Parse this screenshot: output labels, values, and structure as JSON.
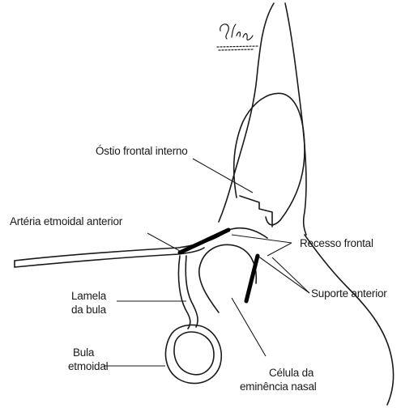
{
  "labels": {
    "ostio_frontal_interno": "Óstio frontal interno",
    "arteria_etmoidal_anterior": "Artéria etmoidal anterior",
    "recesso_frontal": "Recesso frontal",
    "lamela_line1": "Lamela",
    "lamela_line2": "da bula",
    "suporte_anterior": "Suporte anterior",
    "bula_line1": "Bula",
    "bula_line2": "etmoidal",
    "celula_line1": "Célula da",
    "celula_line2": "eminência nasal"
  },
  "signature": "Gilberto"
}
